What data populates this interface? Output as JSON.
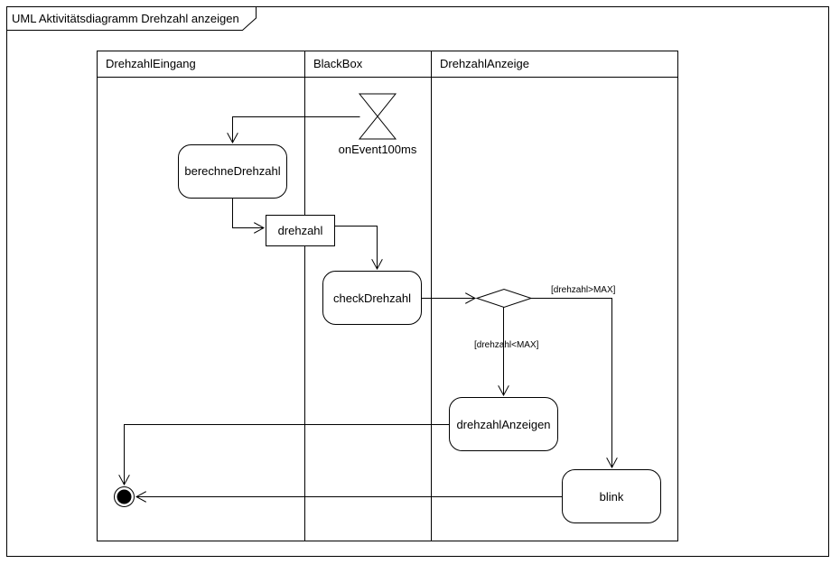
{
  "frame": {
    "title": "UML Aktivitätsdiagramm Drehzahl  anzeigen"
  },
  "swimlanes": [
    {
      "label": "DrehzahlEingang"
    },
    {
      "label": "BlackBox"
    },
    {
      "label": "DrehzahlAnzeige"
    }
  ],
  "nodes": {
    "timer_event": {
      "label": "onEvent100ms"
    },
    "berechne": {
      "label": "berechneDrehzahl"
    },
    "object_drehzahl": {
      "label": "drehzahl"
    },
    "check": {
      "label": "checkDrehzahl"
    },
    "anzeigen": {
      "label": "drehzahlAnzeigen"
    },
    "blink": {
      "label": "blink"
    }
  },
  "guards": {
    "over_max": "[drehzahl>MAX]",
    "under_max": "[drehzahl<MAX]"
  }
}
